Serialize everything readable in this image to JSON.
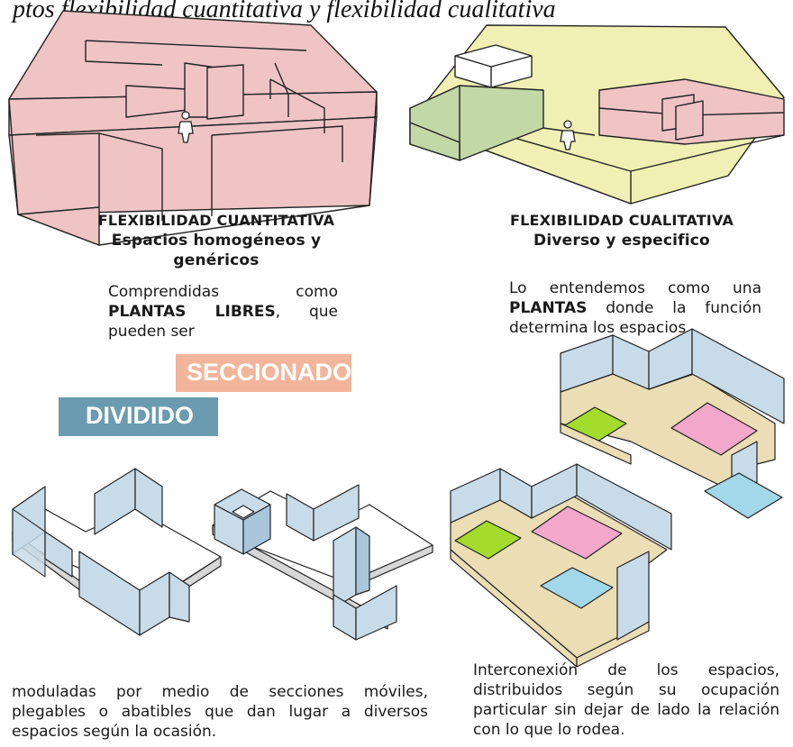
{
  "top_caption": "ptos flexibilidad cuantitativa y flexibilidad cualitativa",
  "left": {
    "title": "FLEXIBILIDAD CUANTITATIVA",
    "subtitle": "Espacios homogéneos y genéricos",
    "description": {
      "part1": "Comprendidas como ",
      "emphasis": "PLANTAS LIBRES",
      "part2": ", que pueden ser"
    },
    "bottom_text": "moduladas por medio de secciones móviles, plegables o abatibles que dan lugar a diversos espacios según la ocasión."
  },
  "right": {
    "title": "FLEXIBILIDAD CUALITATIVA",
    "subtitle": "Diverso y especifico",
    "description": {
      "part1": "Lo entendemos como una ",
      "emphasis": "PLANTAS",
      "part2": " donde la función determina los espacios"
    },
    "bottom_text": "Interconexión de los espacios, distribuidos según su ocupación particular sin dejar de lado la relación con lo que lo rodea."
  },
  "labels": {
    "seccionado": "SECCIONADO",
    "dividido": "DIVIDIDO"
  },
  "colors": {
    "pink_room": "#f0c4c4",
    "yellow_room": "#f0f0b4",
    "green_room": "#c2d8a6",
    "seccionado_box": "#f2b59b",
    "dividido_box": "#6b9bb0",
    "wall_blue": "#c8dbe8",
    "floor_tan": "#ebddb4",
    "lime_square": "#a4dc2e",
    "pink_square": "#f3a7cb",
    "cyan_square": "#a3d7ea",
    "line": "#222222"
  }
}
